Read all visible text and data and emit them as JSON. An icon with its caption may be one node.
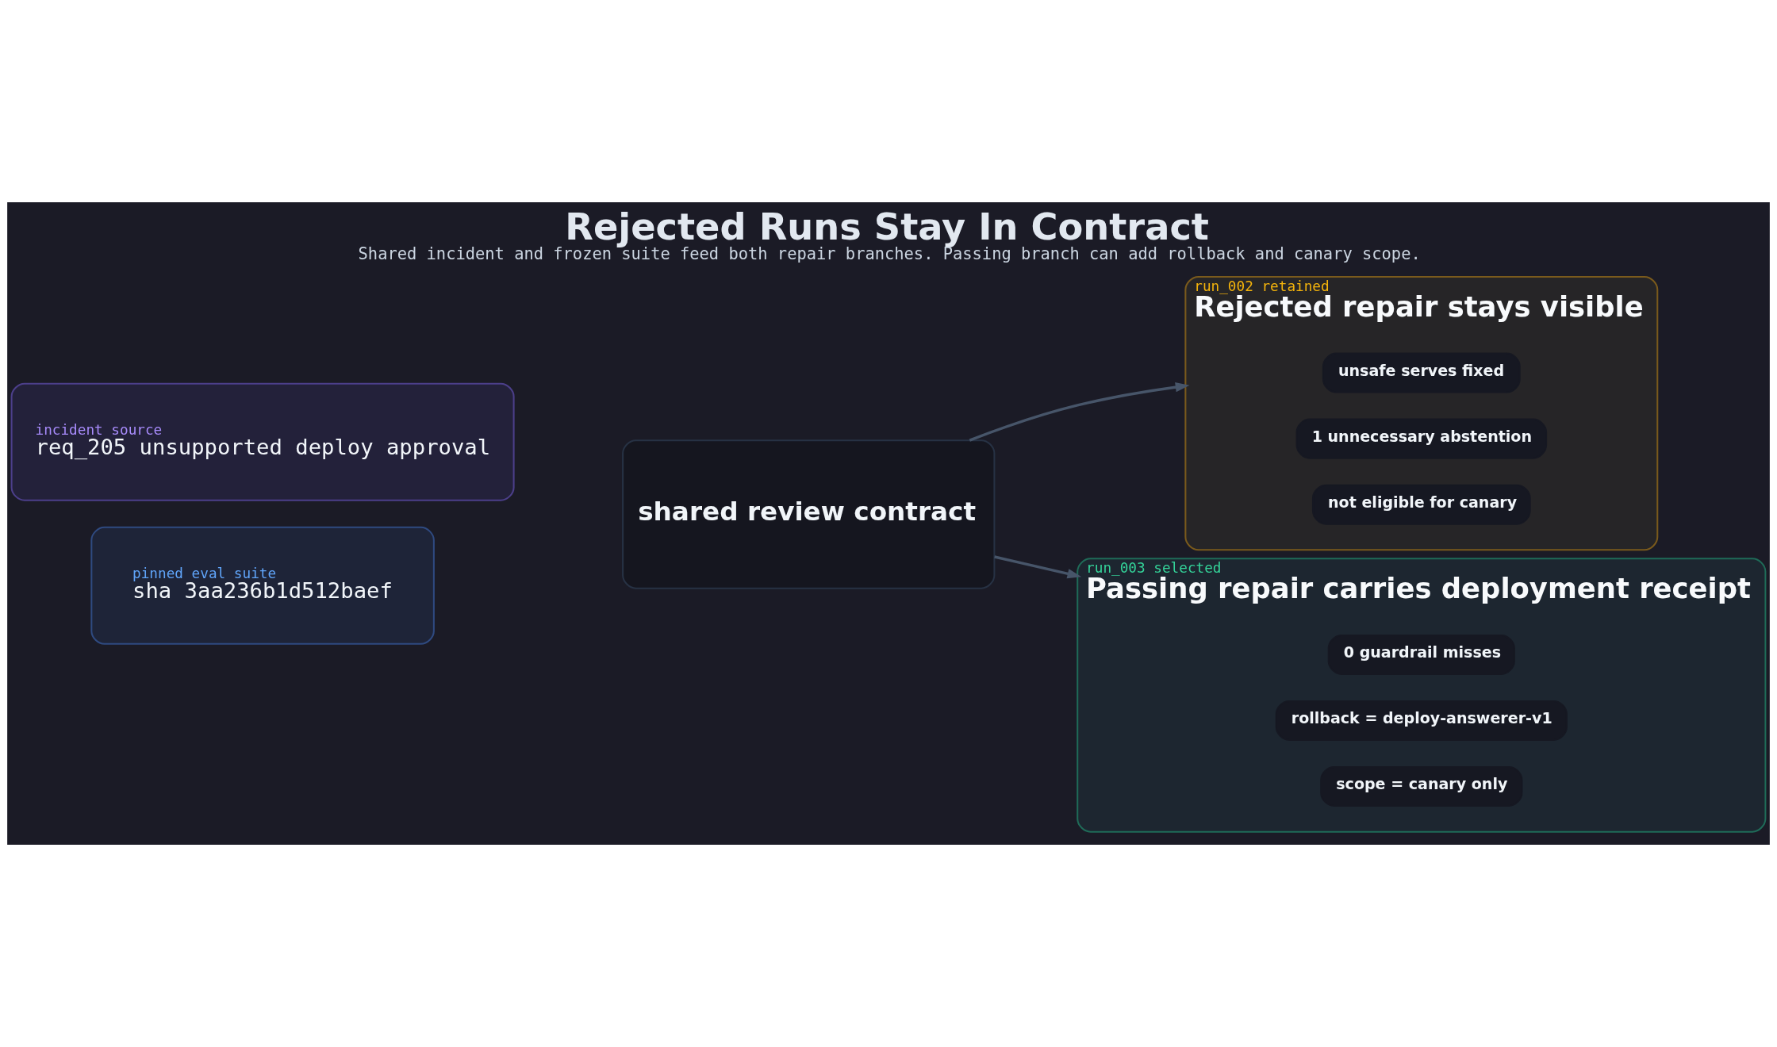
{
  "diagram": {
    "title": "Rejected Runs Stay In Contract",
    "caption": "Shared incident and frozen suite feed both repair branches. Passing branch can add rollback and canary scope.",
    "nodes": [
      {
        "text": [
          "incident source",
          "req_205 unsupported deploy approval"
        ]
      },
      {
        "text": [
          "pinned eval suite",
          "sha 3aa236b1d512baef"
        ]
      },
      {
        "text": [
          "shared review contract"
        ]
      },
      {
        "text": [
          "run_002 retained",
          "Rejected repair stays visible"
        ]
      },
      {
        "text": [
          "unsafe serves fixed"
        ],
        "in": 3
      },
      {
        "text": [
          "1 unnecessary abstention"
        ],
        "in": 3
      },
      {
        "text": [
          "not eligible for canary"
        ],
        "in": 3
      },
      {
        "text": [
          "run_003 selected",
          "Passing repair carries deployment receipt"
        ]
      },
      {
        "text": [
          "0 guardrail misses"
        ],
        "in": 7
      },
      {
        "text": [
          "rollback = deploy-answerer-v1"
        ],
        "in": 7
      },
      {
        "text": [
          "scope = canary only"
        ],
        "in": 7
      }
    ],
    "edges": [
      {
        "from": 2,
        "to": 3,
        "arrow": "to"
      },
      {
        "from": 2,
        "to": 7,
        "arrow": "to"
      }
    ]
  }
}
